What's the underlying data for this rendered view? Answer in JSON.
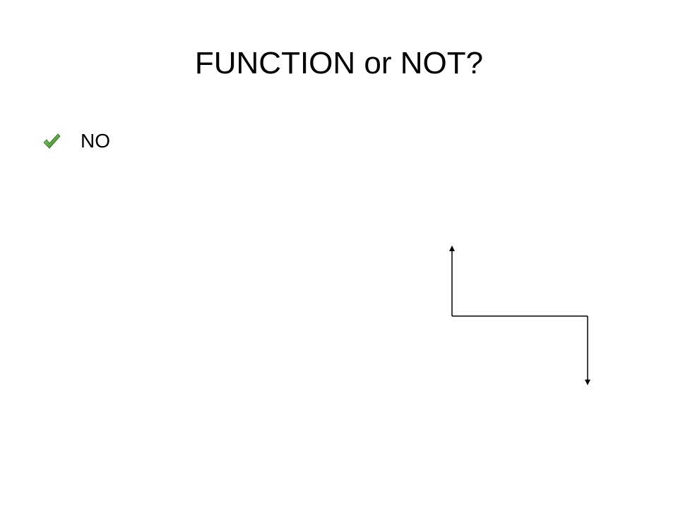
{
  "slide": {
    "title": "FUNCTION or NOT?",
    "bullets": [
      {
        "icon": "checkmark-icon",
        "text": "NO",
        "icon_color": "#3a9a2a"
      }
    ]
  },
  "diagram": {
    "description_type": "relation-graph",
    "line_color": "#000000",
    "segments": [
      {
        "name": "up-arrow-line",
        "arrowhead": "up"
      },
      {
        "name": "horizontal-connector",
        "arrowhead": "none"
      },
      {
        "name": "down-arrow-line",
        "arrowhead": "down"
      }
    ]
  }
}
